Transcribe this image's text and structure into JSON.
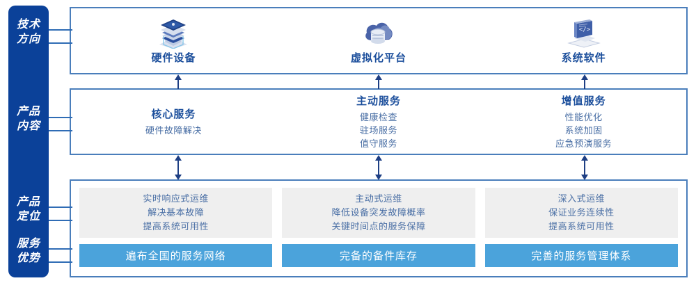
{
  "sidebar": {
    "labels": [
      {
        "line1": "技术",
        "line2": "方向"
      },
      {
        "line1": "产品",
        "line2": "内容"
      },
      {
        "line1": "产品",
        "line2": "定位"
      },
      {
        "line1": "服务",
        "line2": "优势"
      }
    ],
    "color": "#0b4199"
  },
  "tech_direction": {
    "columns": [
      {
        "label": "硬件设备",
        "icon": "server-stack-icon"
      },
      {
        "label": "虚拟化平台",
        "icon": "cloud-database-icon"
      },
      {
        "label": "系统软件",
        "icon": "laptop-code-icon"
      }
    ]
  },
  "product_content": {
    "columns": [
      {
        "title": "核心服务",
        "items": [
          "硬件故障解决"
        ]
      },
      {
        "title": "主动服务",
        "items": [
          "健康检查",
          "驻场服务",
          "值守服务"
        ]
      },
      {
        "title": "增值服务",
        "items": [
          "性能优化",
          "系统加固",
          "应急预演服务"
        ]
      }
    ]
  },
  "product_positioning": {
    "columns": [
      {
        "lines": [
          "实时响应式运维",
          "解决基本故障",
          "提高系统可用性"
        ]
      },
      {
        "lines": [
          "主动式运维",
          "降低设备突发故障概率",
          "关键时间点的服务保障"
        ]
      },
      {
        "lines": [
          "深入式运维",
          "保证业务连续性",
          "提高系统可用性"
        ]
      }
    ]
  },
  "service_advantage": {
    "bars": [
      "遍布全国的服务网络",
      "完备的备件库存",
      "完善的服务管理体系"
    ],
    "color": "#4ba3db"
  },
  "theme": {
    "panel_border": "#4a7ebb",
    "title_color": "#1c4f9c",
    "body_color": "#4a6fa5",
    "gray_box": "#efefef",
    "arrow_color": "#1e3f84"
  }
}
